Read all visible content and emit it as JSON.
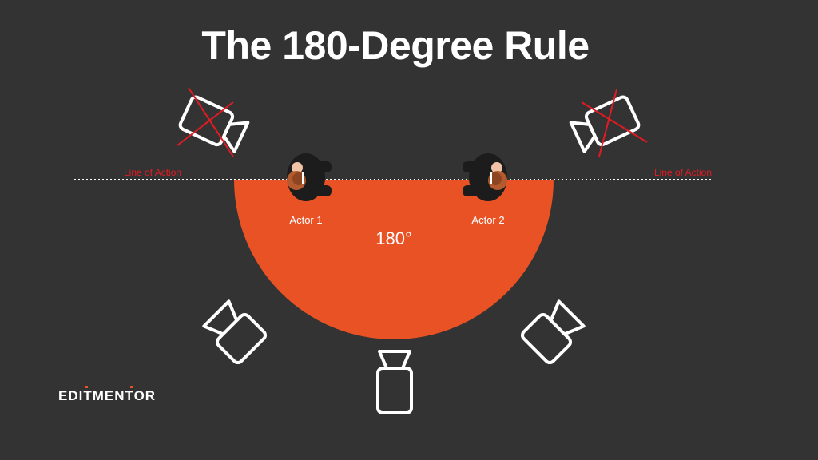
{
  "title": "The 180-Degree Rule",
  "line_label_left": "Line of Action",
  "line_label_right": "Line of Action",
  "actor1": "Actor 1",
  "actor2": "Actor 2",
  "angle": "180°",
  "logo": "EDITMENTOR",
  "colors": {
    "background": "#333333",
    "accent": "#e95224",
    "cross": "#e21b23",
    "line": "#ffffff"
  },
  "icons": [
    "camera-icon",
    "actor-icon",
    "cross-mark-icon"
  ]
}
